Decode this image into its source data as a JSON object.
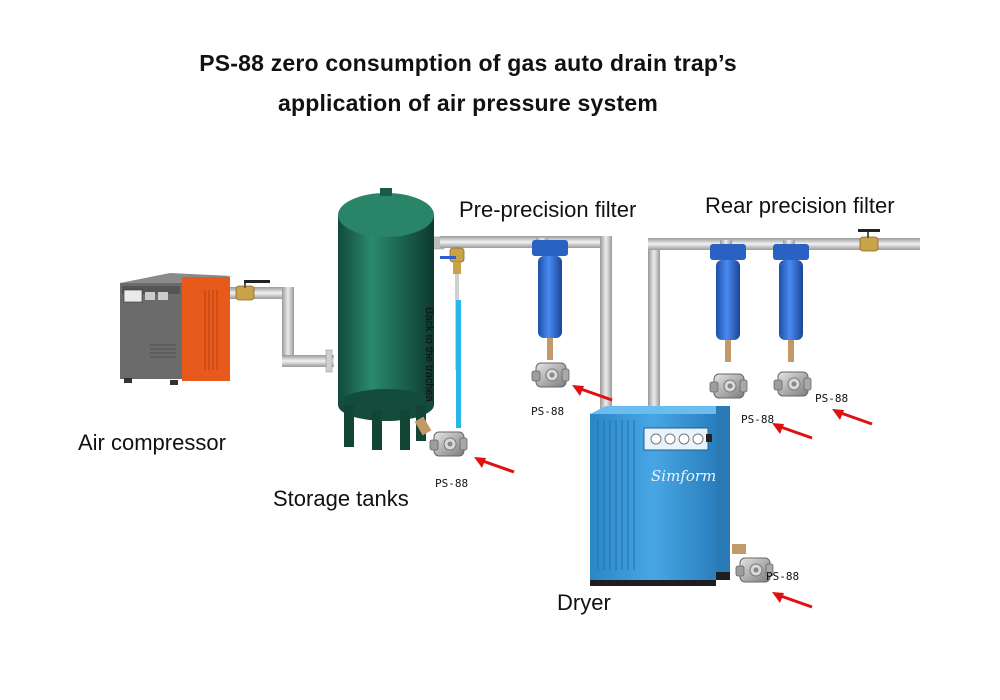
{
  "title": {
    "line1": "PS-88 zero consumption of gas auto drain trap’s",
    "line2": "application of air pressure system"
  },
  "labels": {
    "air_compressor": "Air compressor",
    "storage_tanks": "Storage tanks",
    "pre_filter": "Pre-precision filter",
    "rear_filter": "Rear precision filter",
    "dryer": "Dryer",
    "back_to_trachea": "Back to the trachea",
    "dryer_brand": "Simform"
  },
  "traps": [
    {
      "label": "PS-88"
    },
    {
      "label": "PS-88"
    },
    {
      "label": "PS-88"
    },
    {
      "label": "PS-88"
    },
    {
      "label": "PS-88"
    }
  ],
  "colors": {
    "compressor_body": "#6b6b6b",
    "compressor_panel": "#e85a1c",
    "tank": "#1f6b55",
    "filter": "#2f6fd6",
    "dryer": "#3a9ad9",
    "pipe": "#c9c9c9",
    "arrow": "#e01010",
    "brass": "#c9a24a"
  }
}
